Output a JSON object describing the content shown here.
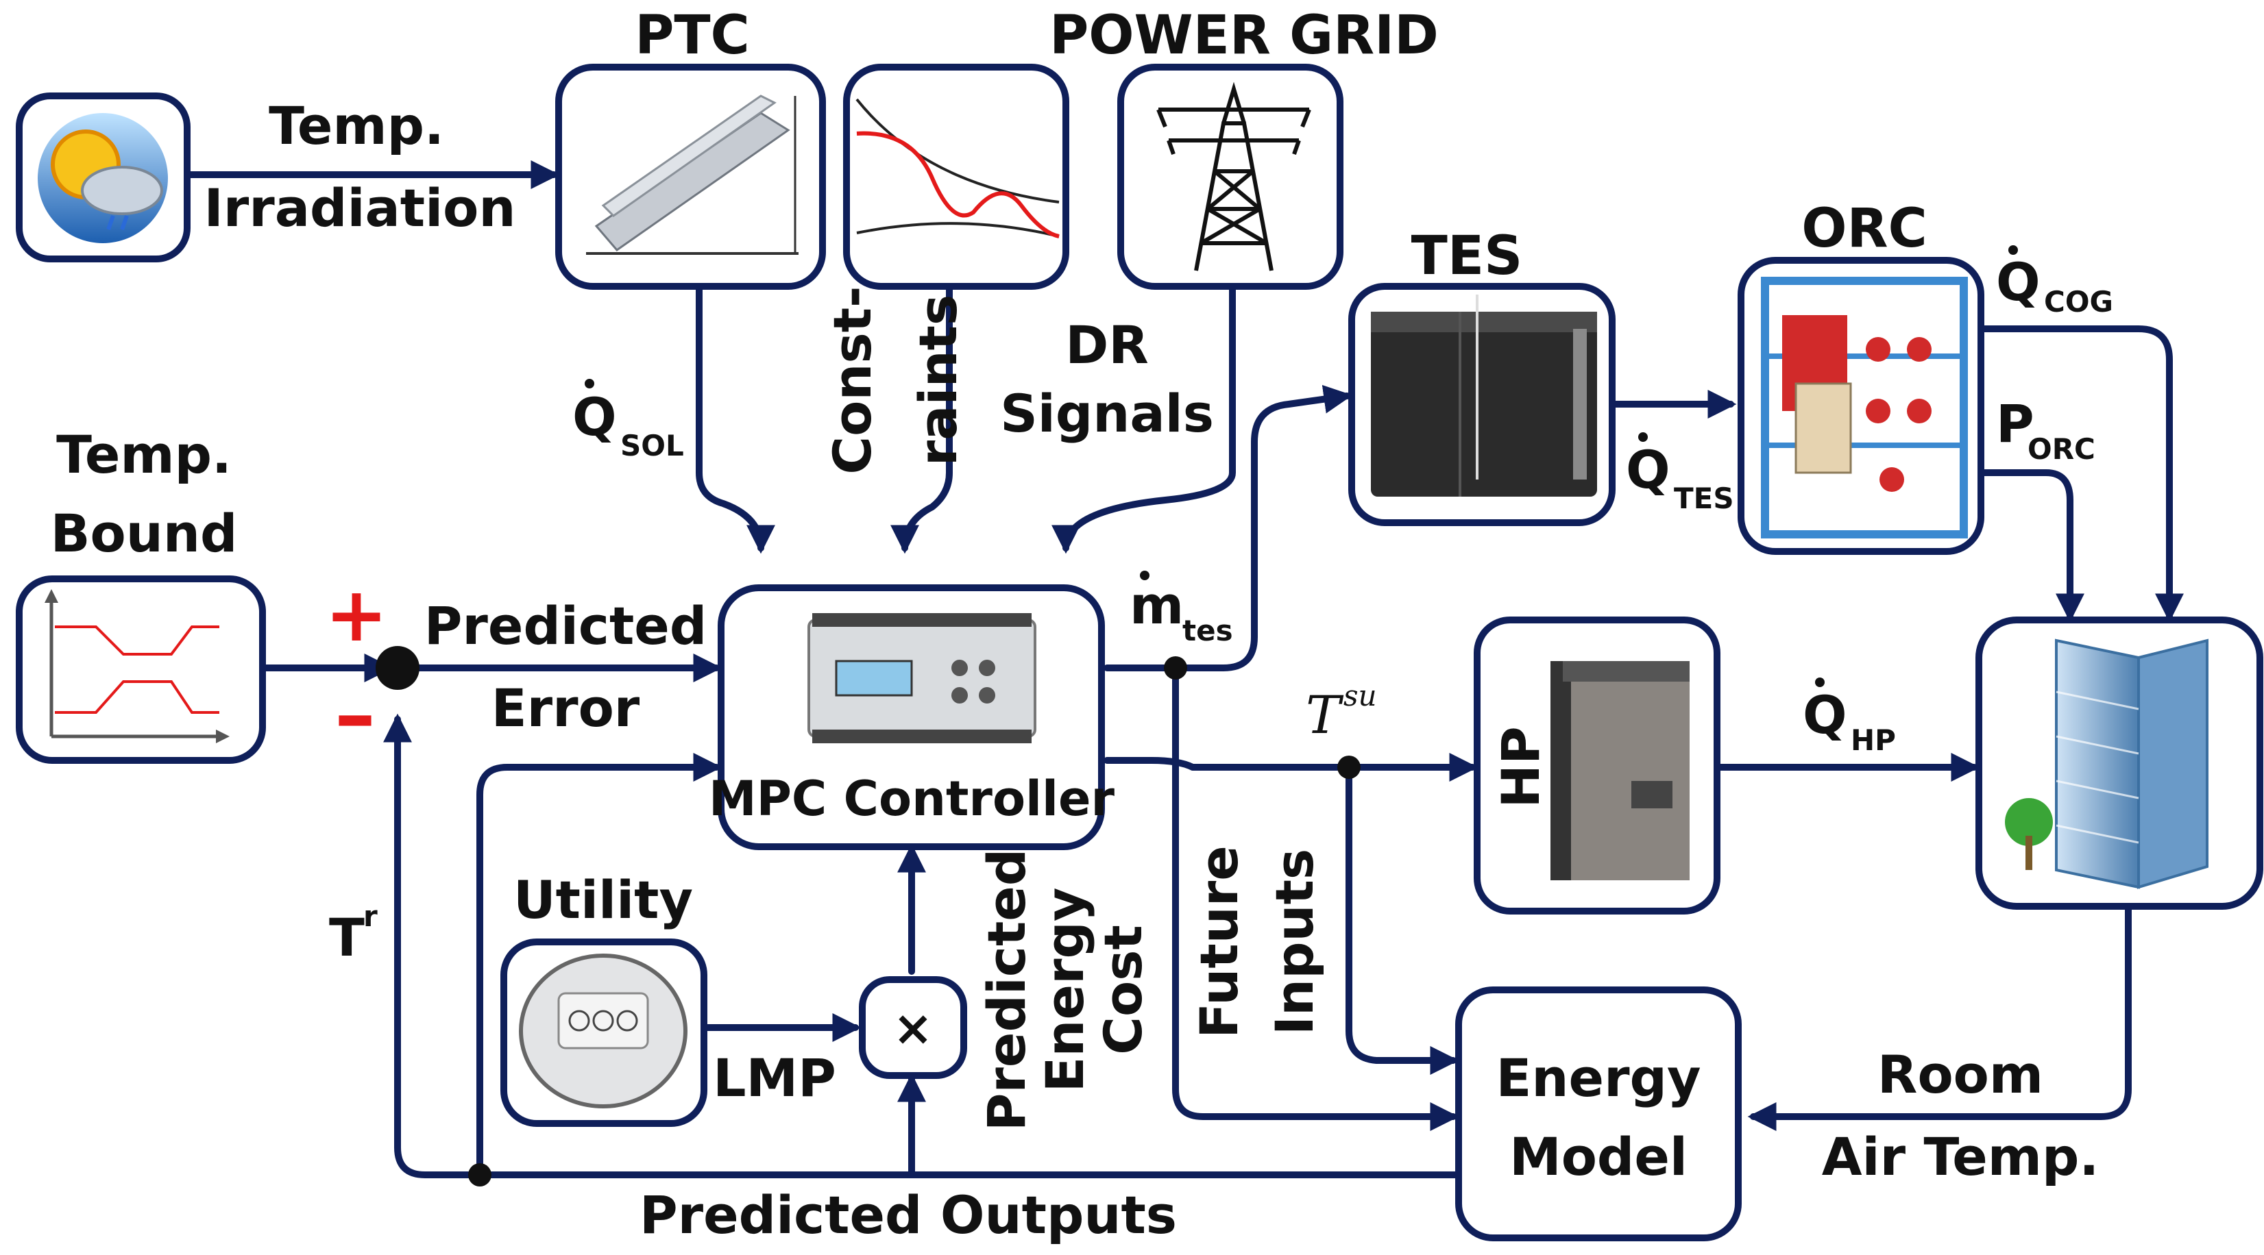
{
  "labels": {
    "ptc": "PTC",
    "power_grid": "POWER GRID",
    "tes": "TES",
    "orc": "ORC",
    "temp": "Temp.",
    "irradiation": "Irradiation",
    "q_sol_main": "Q",
    "q_sol_sub": "SOL",
    "constraints_1": "Const-",
    "constraints_2": "raints",
    "dr": "DR",
    "signals": "Signals",
    "q_tes_main": "Q",
    "q_tes_sub": "TES",
    "q_cog_main": "Q",
    "q_cog_sub": "COG",
    "p_orc_main": "P",
    "p_orc_sub": "ORC",
    "temp_bound_1": "Temp.",
    "temp_bound_2": "Bound",
    "plus": "+",
    "minus": "–",
    "predicted": "Predicted",
    "error": "Error",
    "m_tes_main": "m",
    "m_tes_sub": "tes",
    "mpc_controller": "MPC Controller",
    "t_su_main": "T",
    "t_su_sup": "su",
    "hp": "HP",
    "q_hp_main": "Q",
    "q_hp_sub": "HP",
    "t_r_main": "T",
    "t_r_sup": "r",
    "utility": "Utility",
    "lmp": "LMP",
    "multiply": "×",
    "predicted_energy_cost_1": "Predicted",
    "predicted_energy_cost_2": "Energy",
    "predicted_energy_cost_3": "Cost",
    "future": "Future",
    "inputs": "Inputs",
    "energy": "Energy",
    "model": "Model",
    "room": "Room",
    "air_temp": "Air Temp.",
    "predicted_outputs": "Predicted Outputs"
  },
  "icons": [
    "weather-icon",
    "solar-trough-icon",
    "constraint-curve-icon",
    "transmission-tower-icon",
    "storage-tank-icon",
    "orc-unit-icon",
    "bound-plot-icon",
    "controller-device-icon",
    "heat-pump-icon",
    "building-icon",
    "meter-icon"
  ],
  "colors": {
    "line": "#0f1f5a",
    "accent_red": "#e41a1a"
  }
}
